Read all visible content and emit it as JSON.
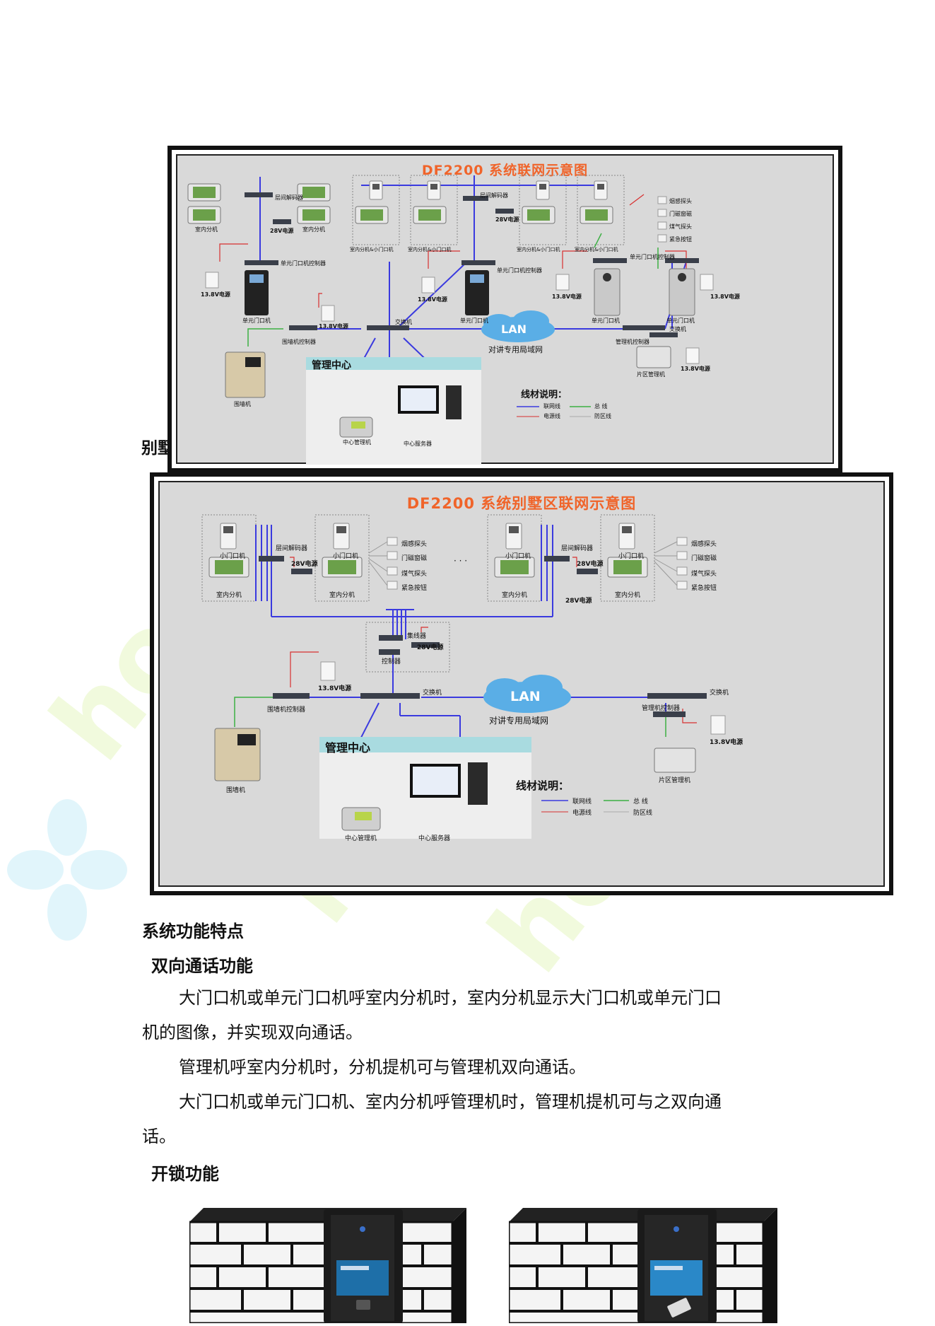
{
  "diagram1": {
    "title": "DF2200    系统联网示意图",
    "labels": {
      "indoor_unit": "室内分机",
      "floor_decoder": "层间解码器",
      "power_28v": "28V电源",
      "indoor_small_door": "室内分机&小门口机",
      "smoke": "烟感探头",
      "door_magnet": "门磁窗磁",
      "gas": "煤气探头",
      "emergency": "紧急按钮",
      "unit_ctrl": "单元门口机控制器",
      "power_138": "13.8V电源",
      "unit_door": "单元门口机",
      "switch": "交换机",
      "wall_ctrl": "围墙机控制器",
      "mgr_ctrl": "管理机控制器",
      "lan": "LAN",
      "lan_sub": "对讲专用局域网",
      "wall_unit": "围墙机",
      "mgmt_center": "管理中心",
      "central_mgr": "中心管理机",
      "central_server": "中心服务器",
      "area_mgr": "片区管理机",
      "legend_title": "线材说明：",
      "legend_net": "联网线",
      "legend_bus": "总 线",
      "legend_power": "电源线",
      "legend_zone": "防区线"
    }
  },
  "cutoff_text": "别墅",
  "diagram2": {
    "title": "DF2200    系统别墅区联网示意图",
    "labels": {
      "small_door": "小门口机",
      "indoor_unit": "室内分机",
      "floor_decoder": "层间解码器",
      "power_28v": "28V电源",
      "smoke": "烟感探头",
      "door_magnet": "门磁窗磁",
      "gas": "煤气探头",
      "emergency": "紧急按钮",
      "dots": "· · ·",
      "hub": "集线器",
      "controller": "控制器",
      "power_138": "13.8V电源",
      "wall_ctrl": "围墙机控制器",
      "switch": "交换机",
      "lan": "LAN",
      "lan_sub": "对讲专用局域网",
      "mgr_ctrl": "管理机控制器",
      "wall_unit": "围墙机",
      "mgmt_center": "管理中心",
      "central_mgr": "中心管理机",
      "central_server": "中心服务器",
      "area_mgr": "片区管理机",
      "legend_title": "线材说明：",
      "legend_net": "联网线",
      "legend_bus": "总 线",
      "legend_power": "电源线",
      "legend_zone": "防区线"
    }
  },
  "section": {
    "title": "系统功能特点",
    "sub1": "双向通话功能",
    "p1_line1": "大门口机或单元门口机呼室内分机时，室内分机显示大门口机或单元门口",
    "p1_line2": "机的图像，并实现双向通话。",
    "p2": "管理机呼室内分机时，分机提机可与管理机双向通话。",
    "p3_line1": "大门口机或单元门口机、室内分机呼管理机时，管理机提机可与之双向通",
    "p3_line2": "话。",
    "sub2": "开锁功能"
  },
  "colors": {
    "title_orange": "#f0642a",
    "net_line": "#3a3adf",
    "bus_line": "#3cb043",
    "power_line": "#d83030",
    "diagram_bg": "#d9d9d9"
  }
}
